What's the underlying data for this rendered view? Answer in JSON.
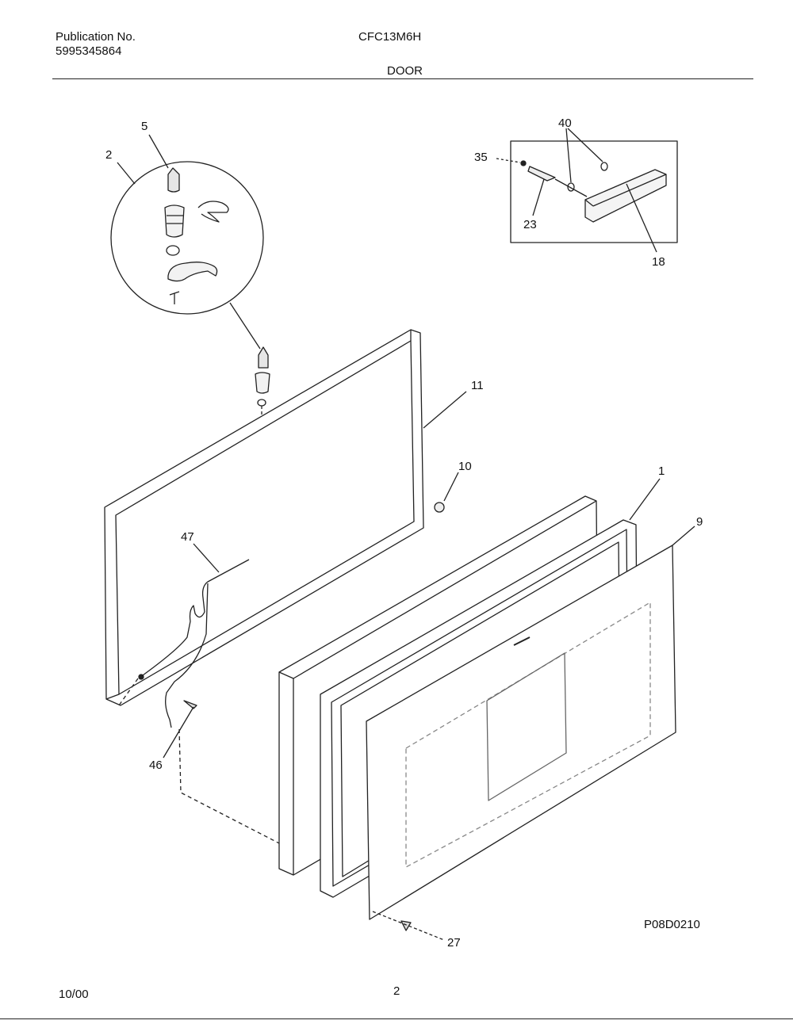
{
  "header": {
    "publication_label": "Publication No.",
    "publication_number": "5995345864",
    "model": "CFC13M6H",
    "section": "DOOR"
  },
  "diagram": {
    "callouts": [
      "5",
      "2",
      "40",
      "35",
      "23",
      "18",
      "11",
      "10",
      "1",
      "9",
      "47",
      "46",
      "27"
    ],
    "drawing_code": "P08D0210"
  },
  "footer": {
    "date": "10/00",
    "page": "2"
  }
}
